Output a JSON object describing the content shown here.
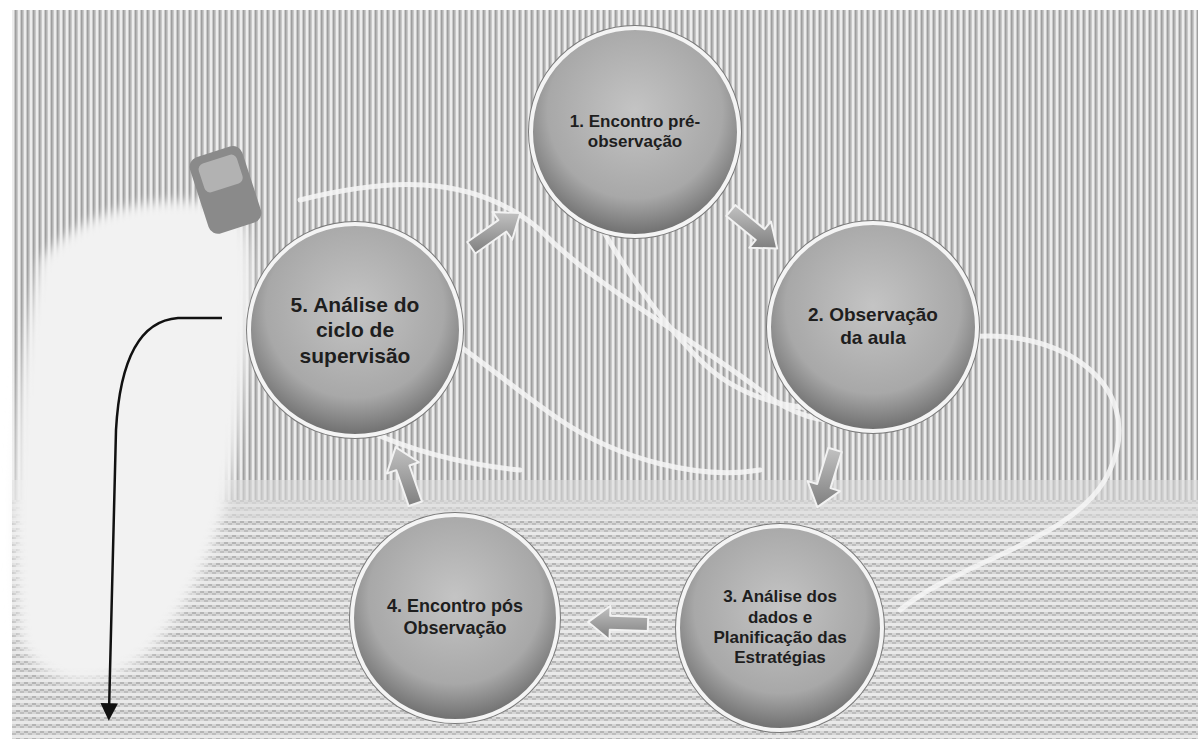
{
  "diagram": {
    "nodes": [
      {
        "text": [
          "1. Encontro pré-observação"
        ]
      },
      {
        "text": [
          "2. Observação da aula"
        ]
      },
      {
        "text": [
          "3. Análise dos dados e Planificação das Estratégias"
        ]
      },
      {
        "text": [
          "4. Encontro pós Observação"
        ]
      },
      {
        "text": [
          "5. Análise do ciclo de supervisão"
        ]
      }
    ],
    "edges": [
      {
        "from": 0,
        "to": 1,
        "arrow": "to"
      },
      {
        "from": 1,
        "to": 2,
        "arrow": "to"
      },
      {
        "from": 2,
        "to": 3,
        "arrow": "to"
      },
      {
        "from": 3,
        "to": 4,
        "arrow": "to"
      },
      {
        "from": 4,
        "to": 0,
        "arrow": "to"
      }
    ]
  }
}
